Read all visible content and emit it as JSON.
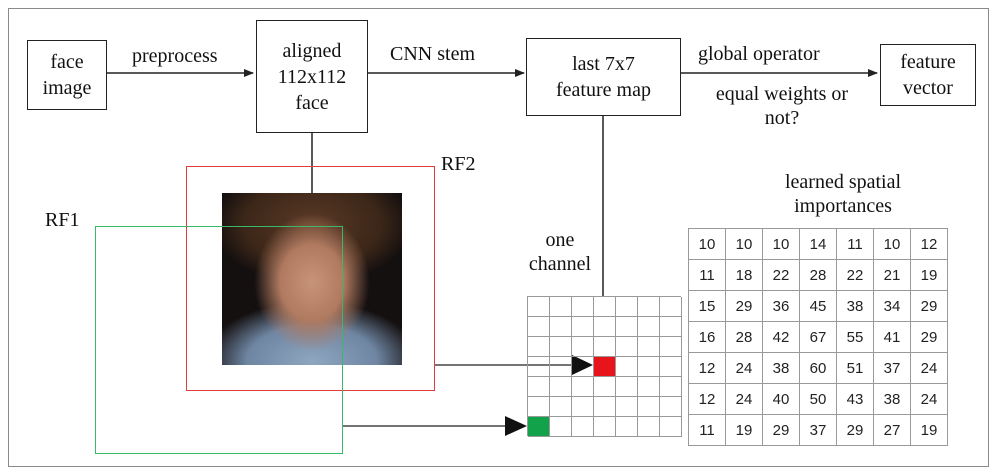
{
  "nodes": {
    "face_image": "face\nimage",
    "aligned_face": "aligned\n112x112\nface",
    "feature_map": "last 7x7\nfeature map",
    "feature_vector": "feature\nvector"
  },
  "edges": {
    "preprocess": "preprocess",
    "cnn_stem": "CNN stem",
    "global_operator": "global operator",
    "equal_weights": "equal weights or\nnot?"
  },
  "labels": {
    "rf1": "RF1",
    "rf2": "RF2",
    "one_channel": "one\nchannel",
    "importances_title": "learned spatial\nimportances"
  },
  "colors": {
    "rf1": "#3cb86b",
    "rf2": "#e23b3b",
    "cell_red": "#e8141c",
    "cell_green": "#12a34a"
  },
  "grid_highlights": {
    "red": {
      "row": 3,
      "col": 3
    },
    "green": {
      "row": 6,
      "col": 0
    }
  },
  "importances": [
    [
      10,
      10,
      10,
      14,
      11,
      10,
      12
    ],
    [
      11,
      18,
      22,
      28,
      22,
      21,
      19
    ],
    [
      15,
      29,
      36,
      45,
      38,
      34,
      29
    ],
    [
      16,
      28,
      42,
      67,
      55,
      41,
      29
    ],
    [
      12,
      24,
      38,
      60,
      51,
      37,
      24
    ],
    [
      12,
      24,
      40,
      50,
      43,
      38,
      24
    ],
    [
      11,
      19,
      29,
      37,
      29,
      27,
      19
    ]
  ]
}
